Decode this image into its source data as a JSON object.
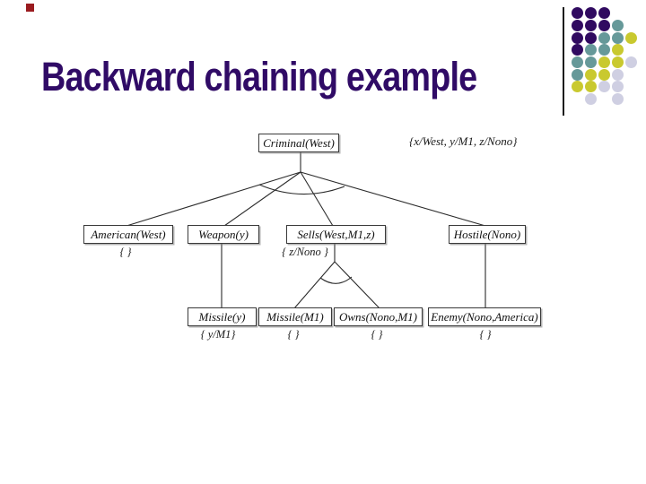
{
  "slide": {
    "title": "Backward chaining example",
    "colors": {
      "title": "#300b66",
      "accent_red": "#9a1b1f",
      "line": "#2b2b2b"
    }
  },
  "diagram": {
    "global_substitution": "{x/West, y/M1, z/Nono}",
    "nodes": [
      {
        "id": "criminal",
        "label": "Criminal(West)",
        "substitution": null
      },
      {
        "id": "american",
        "label": "American(West)",
        "substitution": "{ }"
      },
      {
        "id": "weapon",
        "label": "Weapon(y)",
        "substitution": null
      },
      {
        "id": "sells",
        "label": "Sells(West,M1,z)",
        "substitution": "{ z/Nono }"
      },
      {
        "id": "hostile",
        "label": "Hostile(Nono)",
        "substitution": null
      },
      {
        "id": "missile_y",
        "label": "Missile(y)",
        "substitution": "{ y/M1}"
      },
      {
        "id": "missile_m1",
        "label": "Missile(M1)",
        "substitution": "{ }"
      },
      {
        "id": "owns",
        "label": "Owns(Nono,M1)",
        "substitution": "{ }"
      },
      {
        "id": "enemy",
        "label": "Enemy(Nono,America)",
        "substitution": "{ }"
      }
    ]
  },
  "decoration": {
    "dot_colors": {
      "P": "#300a60",
      "T": "#669999",
      "Y": "#c9c92f",
      "L": "#cfcfe2"
    },
    "dot_grid": [
      "PPP..",
      "PPPT.",
      "PPTTY",
      "PTTY.",
      "TTYYL",
      "TYYL.",
      "YYLL.",
      ".L.L."
    ]
  }
}
